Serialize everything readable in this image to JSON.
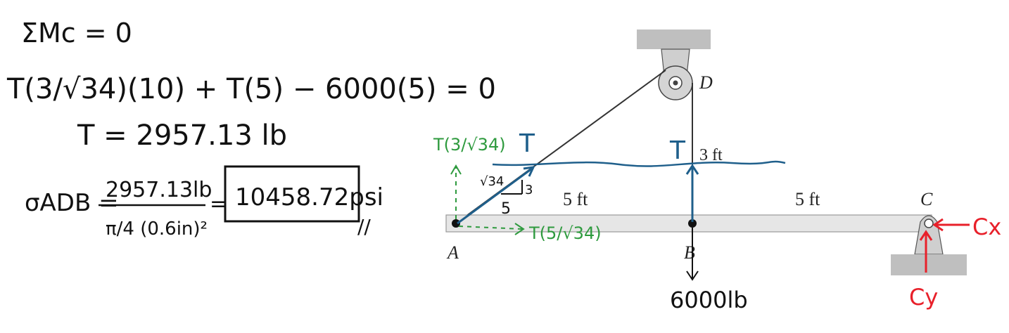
{
  "colors": {
    "ink": "#111111",
    "beam_fill": "#e6e6e6",
    "support_fill": "#bfbfbf",
    "blue_annotation": "#1f5f8b",
    "green_annotation": "#2e9a3e",
    "red_annotation": "#e8202a"
  },
  "equations": {
    "moment_sum": "ΣMc = 0",
    "moment_eq": "T(3/√34)(10) + T(5) − 6000(5) = 0",
    "tension": "T = 2957.13 lb",
    "stress_label": "σADB =",
    "stress_num": "2957.13lb",
    "stress_den": "π/4 (0.6in)²",
    "equals": "=",
    "answer": "10458.72psi",
    "done_mark": "//"
  },
  "diagram": {
    "point_A": "A",
    "point_B": "B",
    "point_C": "C",
    "point_D": "D",
    "dim_AB": "5 ft",
    "dim_BC": "5 ft",
    "dim_height": "3 ft",
    "slope_hyp": "√34",
    "slope_rise": "3",
    "slope_run": "5"
  },
  "annotations": {
    "tension_label_left": "T",
    "tension_label_right": "T",
    "vertical_component": "T(3/√34)",
    "horizontal_component": "T(5/√34)",
    "load_B": "6000lb",
    "reaction_x": "Cx",
    "reaction_y": "Cy"
  }
}
